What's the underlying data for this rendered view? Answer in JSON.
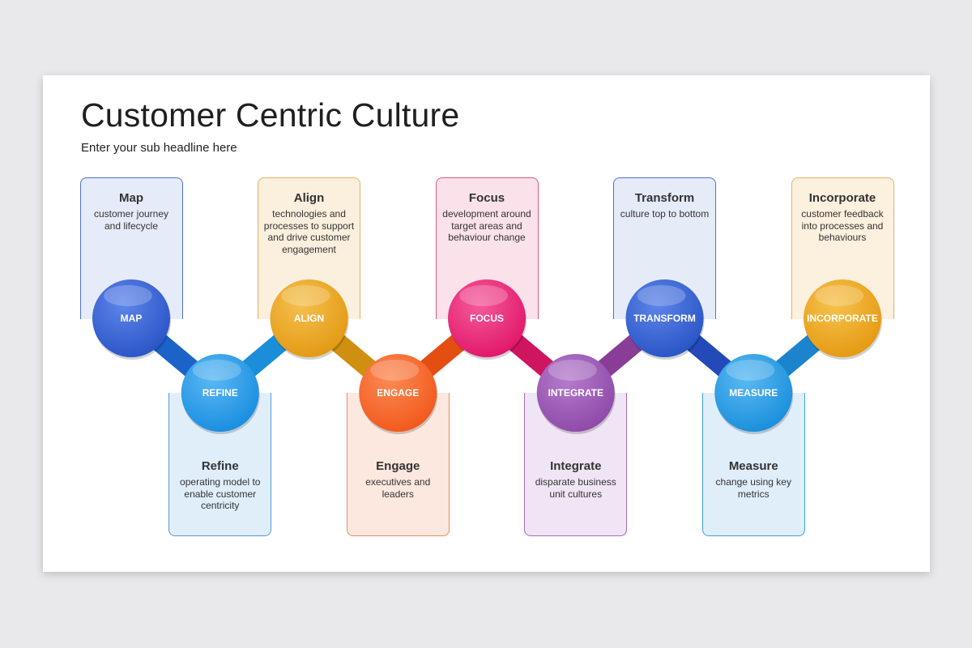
{
  "title": "Customer Centric Culture",
  "subtitle": "Enter your sub headline here",
  "steps": [
    {
      "node": "MAP",
      "title": "Map",
      "desc": "customer journey and lifecycle",
      "position": "top",
      "color": "#2b56c8",
      "light": "#5f85ea",
      "card_bg": "#e6ebf9",
      "card_border": "#4e73cc"
    },
    {
      "node": "REFINE",
      "title": "Refine",
      "desc": "operating model to enable customer centricity",
      "position": "bottom",
      "color": "#1a8ee0",
      "light": "#5ab8f4",
      "card_bg": "#e0eefa",
      "card_border": "#5599d6"
    },
    {
      "node": "ALIGN",
      "title": "Align",
      "desc": "technologies and processes to support and drive customer engagement",
      "position": "top",
      "color": "#e39a14",
      "light": "#f5c04f",
      "card_bg": "#fbf0de",
      "card_border": "#e5b260"
    },
    {
      "node": "ENGAGE",
      "title": "Engage",
      "desc": "executives and leaders",
      "position": "bottom",
      "color": "#f2591c",
      "light": "#fb8a55",
      "card_bg": "#fce8df",
      "card_border": "#ee8a5c"
    },
    {
      "node": "FOCUS",
      "title": "Focus",
      "desc": "development around target areas and behaviour change",
      "position": "top",
      "color": "#e2186b",
      "light": "#f45b98",
      "card_bg": "#fbe1ea",
      "card_border": "#d9558a"
    },
    {
      "node": "INTEGRATE",
      "title": "Integrate",
      "desc": "disparate business unit cultures",
      "position": "bottom",
      "color": "#8e4aa8",
      "light": "#b57ccc",
      "card_bg": "#f0e5f4",
      "card_border": "#a46cbc"
    },
    {
      "node": "TRANSFORM",
      "title": "Transform",
      "desc": "culture top to bottom",
      "position": "top",
      "color": "#2a56c6",
      "light": "#5d84e8",
      "card_bg": "#e6ebf8",
      "card_border": "#5272c8"
    },
    {
      "node": "MEASURE",
      "title": "Measure",
      "desc": "change using key metrics",
      "position": "bottom",
      "color": "#1b8fdc",
      "light": "#5ab9f2",
      "card_bg": "#e0eefa",
      "card_border": "#3aa3dc"
    },
    {
      "node": "INCORPORATE",
      "title": "Incorporate",
      "desc": "customer feedback into processes and behaviours",
      "position": "top",
      "color": "#e59a12",
      "light": "#f6c24e",
      "card_bg": "#fcf0de",
      "card_border": "#e6b45a"
    }
  ],
  "connectors": [
    "#1b63c9",
    "#1a8ed8",
    "#cf8f10",
    "#e44e12",
    "#cf155f",
    "#8a3d96",
    "#234ab8",
    "#1b84cc"
  ]
}
